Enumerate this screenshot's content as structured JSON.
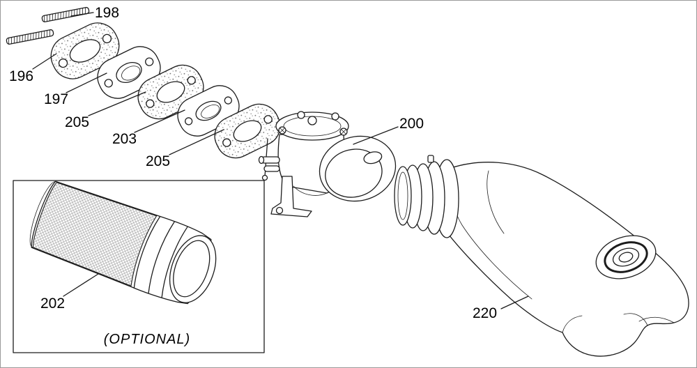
{
  "diagram": {
    "background_color": "#ffffff",
    "line_color": "#1c1c1c",
    "labels": {
      "l198": "198",
      "l196": "196",
      "l197": "197",
      "l205a": "205",
      "l203": "203",
      "l205b": "205",
      "l200": "200",
      "l202": "202",
      "l220": "220"
    },
    "optional_caption": "(OPTIONAL)"
  }
}
